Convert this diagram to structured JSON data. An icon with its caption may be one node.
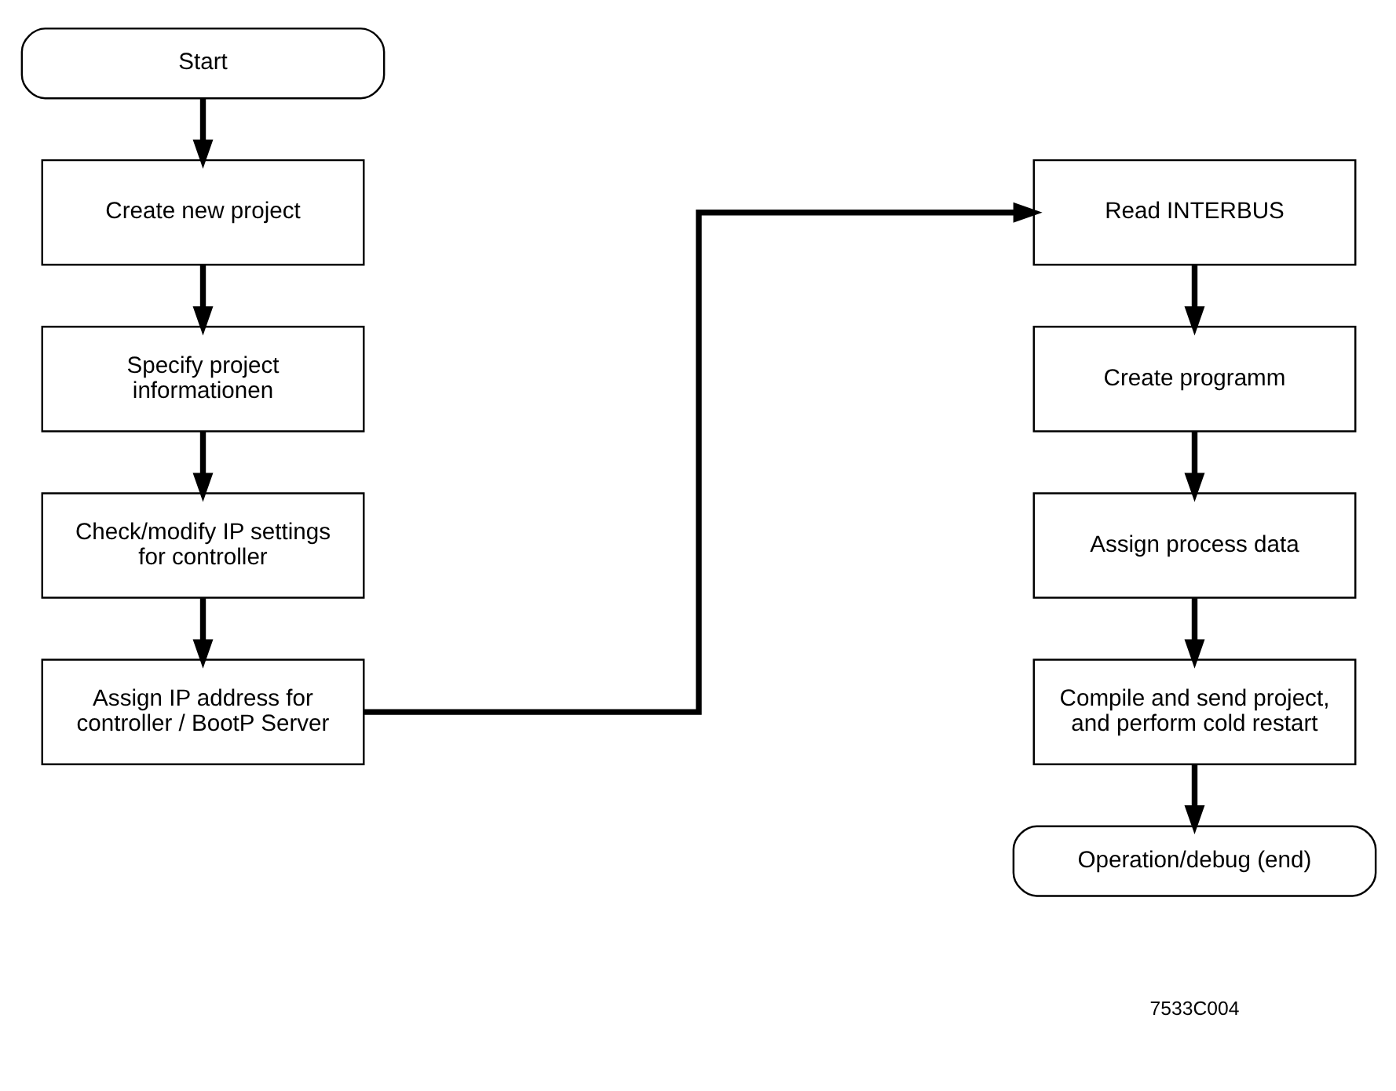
{
  "diagram": {
    "nodes": [
      {
        "text": [
          "Start"
        ]
      },
      {
        "text": [
          "Create new project"
        ]
      },
      {
        "text": [
          "Specify project informationen"
        ]
      },
      {
        "text": [
          "Check/modify IP settings for controller"
        ]
      },
      {
        "text": [
          "Assign IP address for controller / BootP Server"
        ]
      },
      {
        "text": [
          "Read INTERBUS"
        ]
      },
      {
        "text": [
          "Create programm"
        ]
      },
      {
        "text": [
          "Assign process data"
        ]
      },
      {
        "text": [
          "Compile and send project, and perform cold restart"
        ]
      },
      {
        "text": [
          "Operation/debug (end)"
        ]
      }
    ],
    "edges": [
      {
        "from": 0,
        "to": 1,
        "arrow": "to"
      },
      {
        "from": 1,
        "to": 2,
        "arrow": "to"
      },
      {
        "from": 2,
        "to": 3,
        "arrow": "to"
      },
      {
        "from": 3,
        "to": 4,
        "arrow": "to"
      },
      {
        "from": 4,
        "to": 5,
        "arrow": "to"
      },
      {
        "from": 5,
        "to": 6,
        "arrow": "to"
      },
      {
        "from": 6,
        "to": 7,
        "arrow": "to"
      },
      {
        "from": 7,
        "to": 8,
        "arrow": "to"
      },
      {
        "from": 8,
        "to": 9,
        "arrow": "to"
      }
    ],
    "labels": [
      "7533C004"
    ]
  }
}
